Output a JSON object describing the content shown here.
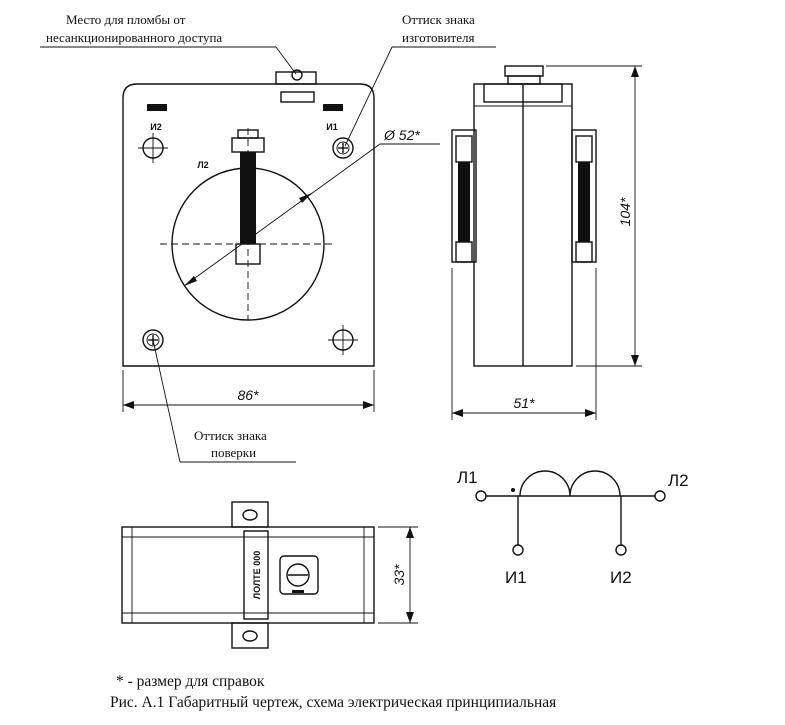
{
  "labels": {
    "seal_place_line1": "Место для пломбы от",
    "seal_place_line2": "несанкционированного доступа",
    "maker_mark_line1": "Оттиск знака",
    "maker_mark_line2": "изготовителя",
    "verification_mark_line1": "Оттиск знака",
    "verification_mark_line2": "поверки"
  },
  "dimensions": {
    "diameter": "Ø 52*",
    "width": "86*",
    "height": "104*",
    "depth": "51*",
    "thickness": "33*"
  },
  "markings": {
    "terminal_i2": "И2",
    "terminal_i1": "И1",
    "terminal_l2": "Л2",
    "nameplate": "ЛОЛТЕ 000"
  },
  "schematic": {
    "l1": "Л1",
    "l2": "Л2",
    "i1": "И1",
    "i2": "И2"
  },
  "footnote": "* - размер для справок",
  "caption": "Рис. А.1 Габаритный чертеж, схема электрическая принципиальная"
}
